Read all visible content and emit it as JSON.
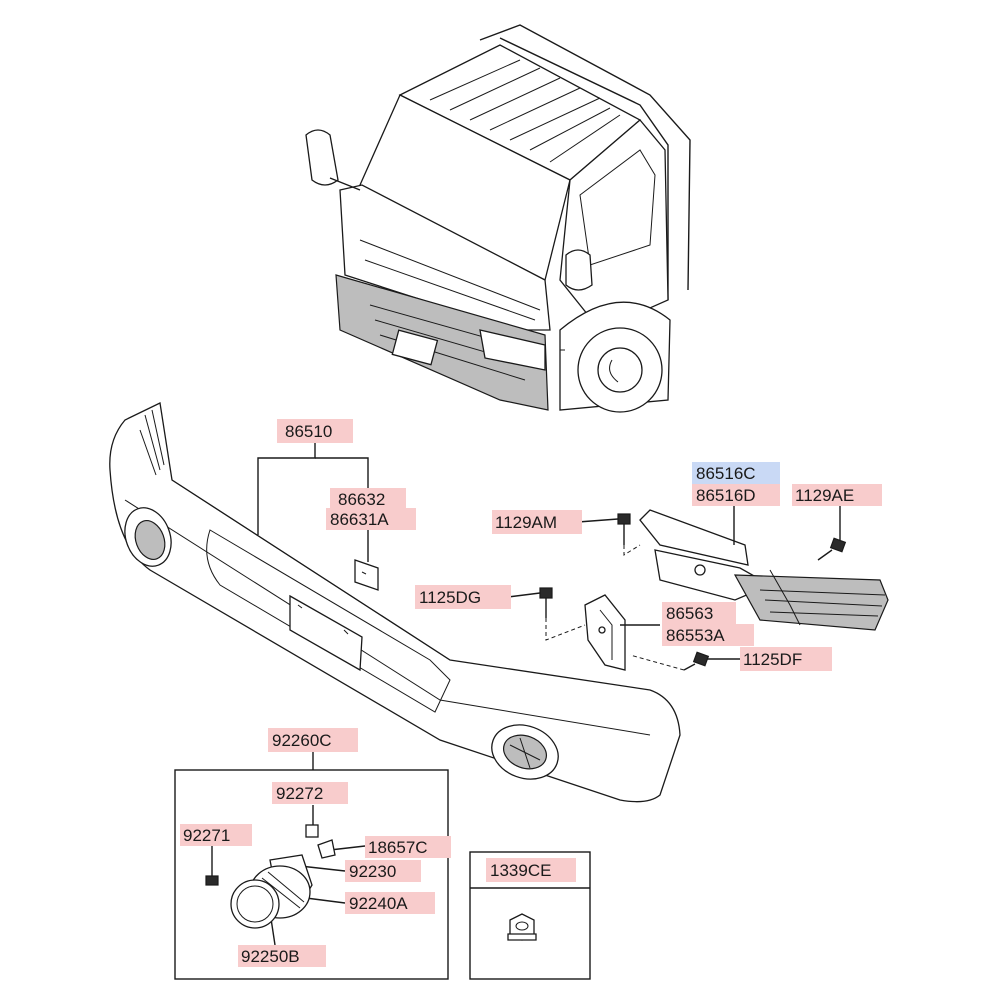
{
  "colors": {
    "label_bg": "#f8cccc",
    "label_highlight_bg": "#c9d9f5",
    "line": "#1a1a1a",
    "bumper_fill": "#ffffff",
    "bumper_shadow": "#3a3a3a"
  },
  "labels": {
    "bumper_assy": "86510",
    "bracket_upper": "86632",
    "bracket_upper_alt": "86631A",
    "stay_c": "86516C",
    "stay_d": "86516D",
    "bolt_ae": "1129AE",
    "bolt_am": "1129AM",
    "bolt_dg": "1125DG",
    "bracket_lower": "86563",
    "bracket_lower_alt": "86553A",
    "bolt_df": "1125DF",
    "foglamp_assy": "92260C",
    "foglamp_screw": "92272",
    "foglamp_bolt": "92271",
    "foglamp_bulb": "18657C",
    "foglamp_bracket": "92230",
    "foglamp_housing": "92240A",
    "foglamp_lens": "92250B",
    "nut": "1339CE"
  }
}
